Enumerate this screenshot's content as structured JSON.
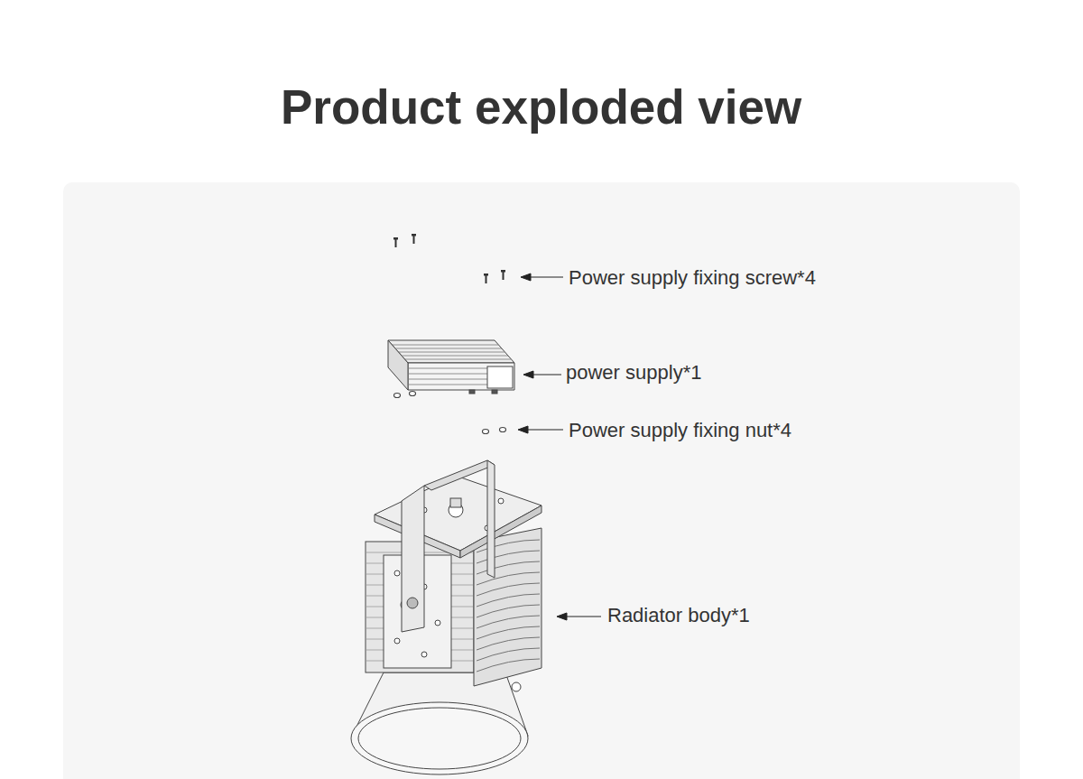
{
  "diagram": {
    "title": "Product exploded view",
    "labels": [
      "Power supply fixing screw*4",
      "power supply*1",
      "Power supply fixing nut*4",
      "Radiator body*1"
    ]
  }
}
